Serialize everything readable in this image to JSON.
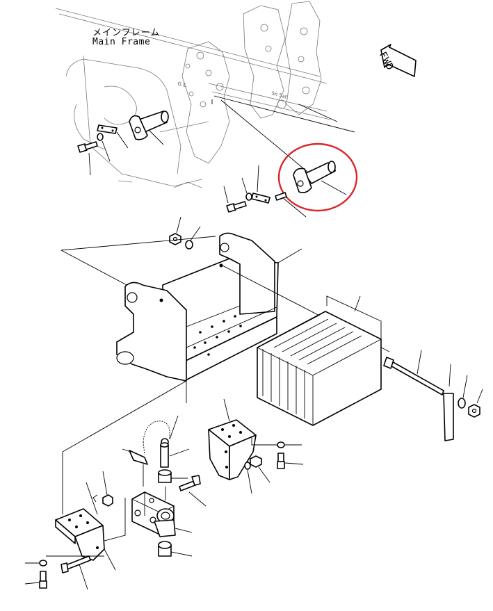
{
  "labels": {
    "main_frame_jp": "メインフレーム",
    "main_frame_en": "Main Frame",
    "forward": "FWD"
  },
  "colors": {
    "line": "#000000",
    "background": "#ffffff",
    "highlight_circle": "#d9262b"
  }
}
